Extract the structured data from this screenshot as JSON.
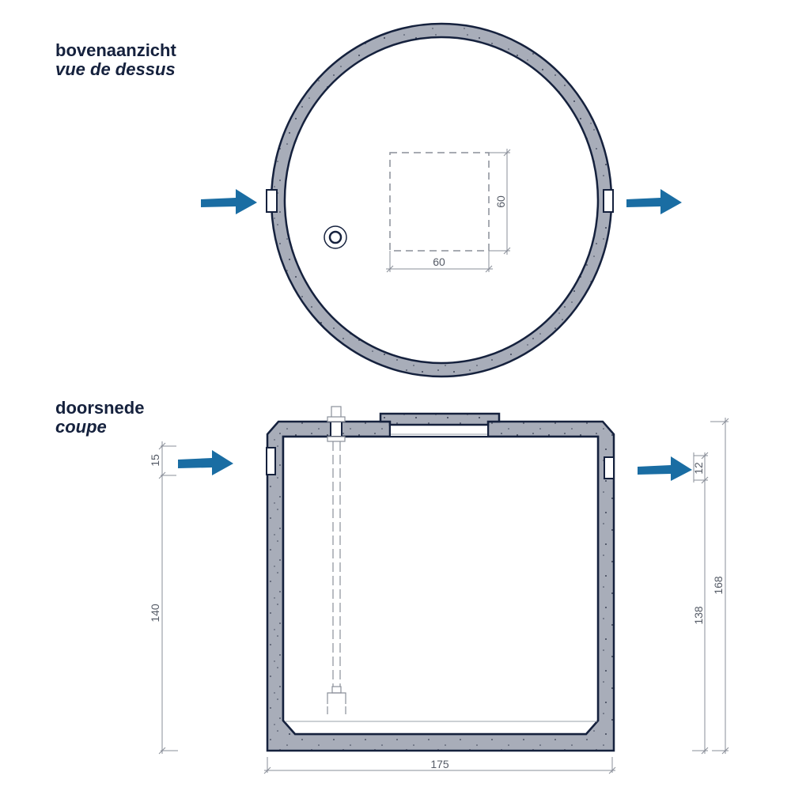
{
  "top_view": {
    "title_nl": "bovenaanzicht",
    "title_fr": "vue de dessus",
    "dims": {
      "hatch_width": "60",
      "hatch_height": "60"
    }
  },
  "section_view": {
    "title_nl": "doorsnede",
    "title_fr": "coupe",
    "dims": {
      "inlet_height": "15",
      "inlet_invert": "140",
      "outlet_height": "12",
      "outlet_invert": "138",
      "total_height": "168",
      "outer_width": "175"
    }
  },
  "colors": {
    "concrete_fill": "#a8adb9",
    "outline": "#15213d",
    "arrow": "#1a6da3",
    "dimension_line": "#8a8f99",
    "title_text": "#15213d"
  }
}
